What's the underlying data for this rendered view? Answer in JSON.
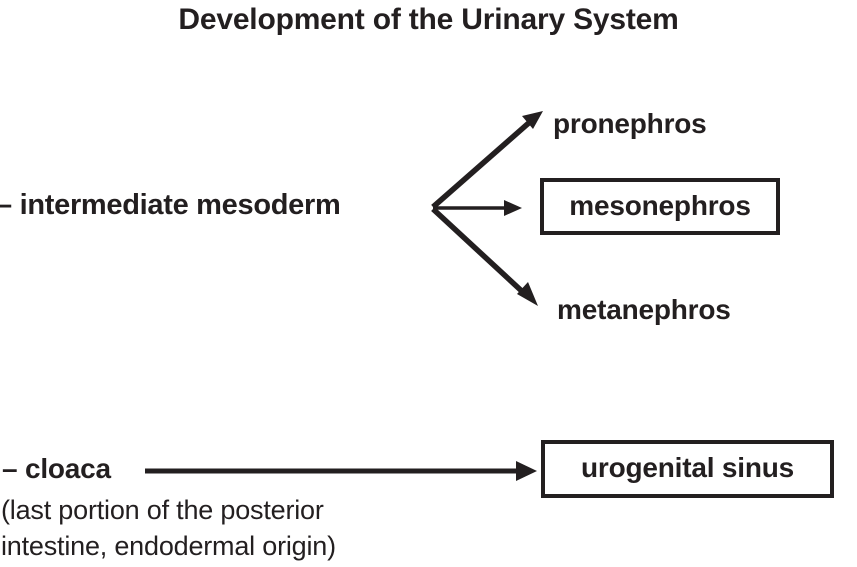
{
  "title": "Development of the Urinary System",
  "diagram": {
    "type": "flow-diagram",
    "background_color": "#ffffff",
    "ink_color": "#231f20",
    "branches": [
      {
        "source": "– intermediate mesoderm",
        "targets": [
          {
            "label": "pronephros",
            "boxed": false,
            "arrow": "diagonal-up"
          },
          {
            "label": "mesonephros",
            "boxed": true,
            "arrow": "horizontal"
          },
          {
            "label": "metanephros",
            "boxed": false,
            "arrow": "diagonal-down"
          }
        ]
      },
      {
        "source": "– cloaca",
        "source_note_line1": "(last portion of the posterior",
        "source_note_line2": "intestine, endodermal origin)",
        "targets": [
          {
            "label": "urogenital sinus",
            "boxed": true,
            "arrow": "horizontal-long"
          }
        ]
      }
    ],
    "labels": {
      "intermediate_mesoderm": "– intermediate mesoderm",
      "pronephros": "pronephros",
      "mesonephros": "mesonephros",
      "metanephros": "metanephros",
      "cloaca": "– cloaca",
      "cloaca_note_line1": "(last portion of the posterior",
      "cloaca_note_line2": "intestine, endodermal origin)",
      "urogenital_sinus": "urogenital sinus"
    }
  }
}
